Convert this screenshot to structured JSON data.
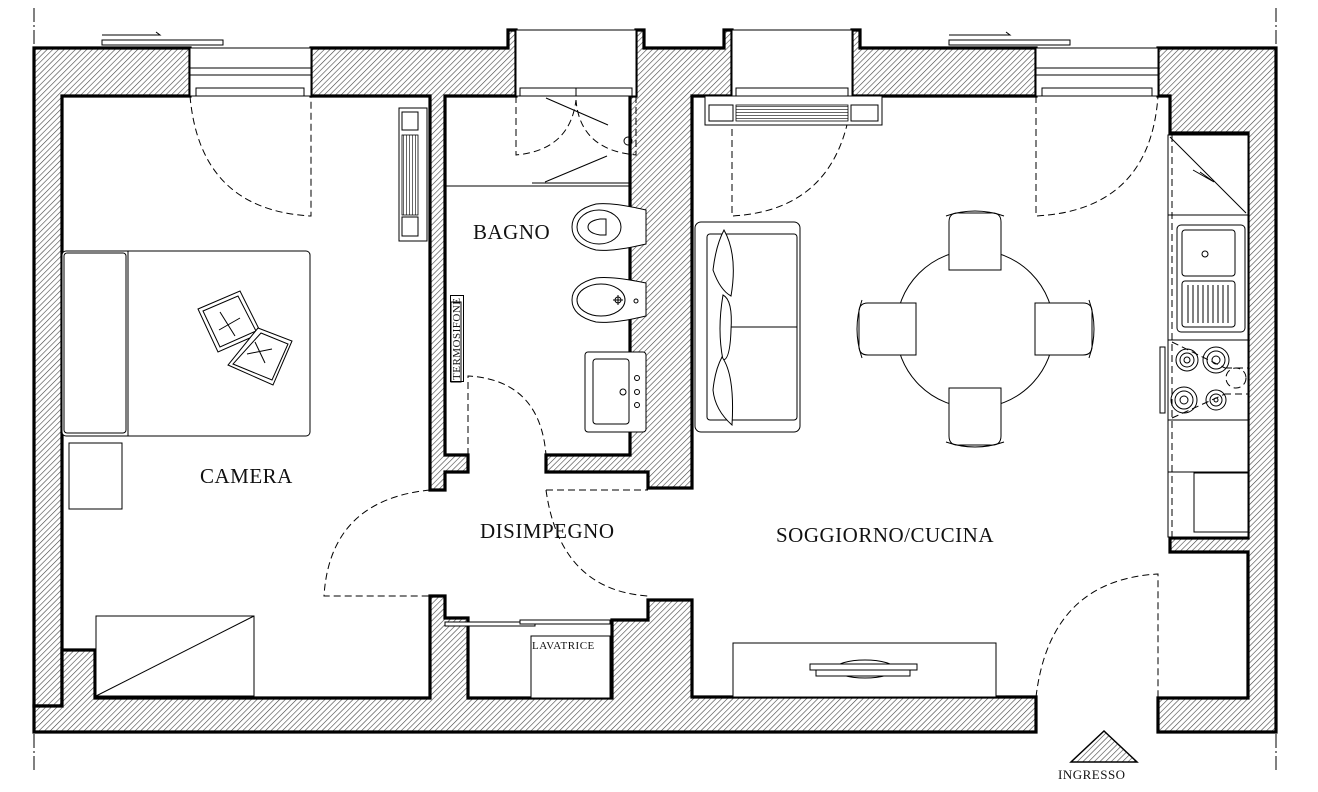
{
  "plan": {
    "type": "apartment floor plan",
    "rooms": [
      {
        "id": "camera",
        "label": "CAMERA"
      },
      {
        "id": "bagno",
        "label": "BAGNO"
      },
      {
        "id": "disimpegno",
        "label": "DISIMPEGNO"
      },
      {
        "id": "soggiorno",
        "label": "SOGGIORNO/CUCINA"
      }
    ],
    "annotations": {
      "termosifone": "TERMOSIFONE",
      "lavatrice": "LAVATRICE",
      "ingresso": "INGRESSO"
    },
    "colors": {
      "line": "#000000",
      "background": "#ffffff",
      "hatch": "#555555"
    }
  }
}
